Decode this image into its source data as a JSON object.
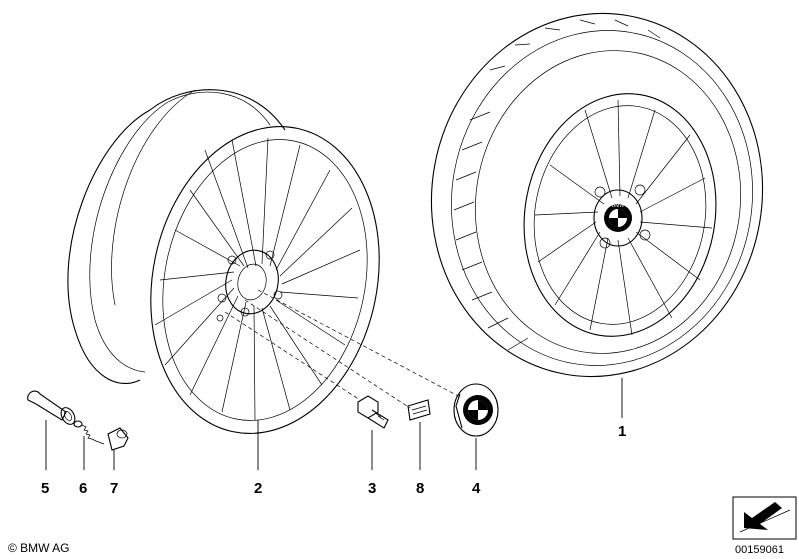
{
  "callouts": [
    {
      "id": "1",
      "label": "1"
    },
    {
      "id": "2",
      "label": "2"
    },
    {
      "id": "3",
      "label": "3"
    },
    {
      "id": "4",
      "label": "4"
    },
    {
      "id": "5",
      "label": "5"
    },
    {
      "id": "6",
      "label": "6"
    },
    {
      "id": "7",
      "label": "7"
    },
    {
      "id": "8",
      "label": "8"
    }
  ],
  "copyright": "© BMW AG",
  "document_number": "00159061",
  "hub_logo_text": "BMW"
}
